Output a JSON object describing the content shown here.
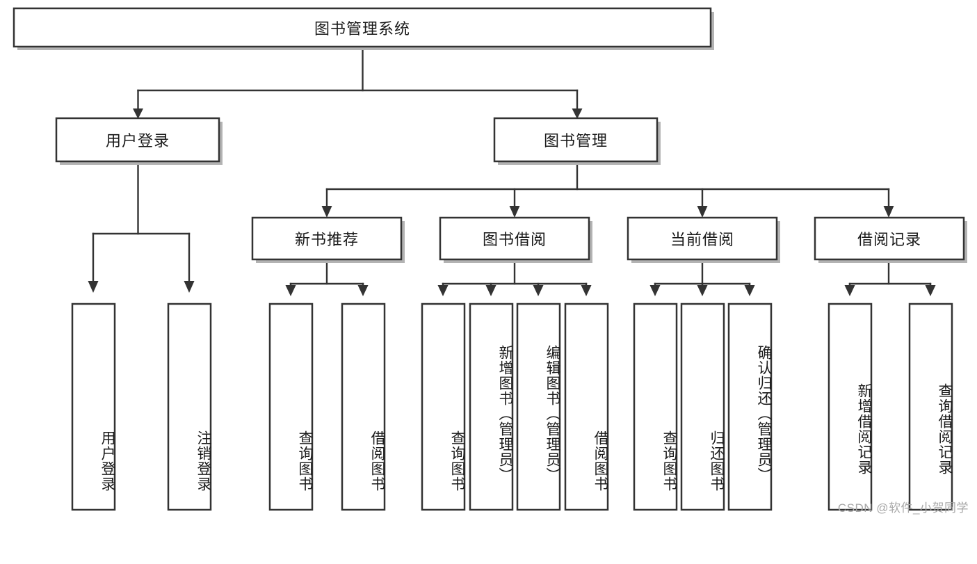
{
  "diagram": {
    "title": "图书管理系统",
    "type": "hierarchy-tree",
    "watermark": "CSDN @软件_小贺同学",
    "colors": {
      "box_fill": "#ffffff",
      "box_stroke": "#333333",
      "shadow": "#b3b3b3",
      "text": "#1a1a1a",
      "watermark": "#a8a8a8"
    },
    "root": {
      "label": "图书管理系统",
      "orientation": "horizontal"
    },
    "level2": [
      {
        "label": "用户登录",
        "orientation": "horizontal"
      },
      {
        "label": "图书管理",
        "orientation": "horizontal"
      }
    ],
    "level3": [
      {
        "label": "新书推荐",
        "orientation": "horizontal"
      },
      {
        "label": "图书借阅",
        "orientation": "horizontal"
      },
      {
        "label": "当前借阅",
        "orientation": "horizontal"
      },
      {
        "label": "借阅记录",
        "orientation": "horizontal"
      }
    ],
    "leaves": {
      "user_login": [
        {
          "label": "用户登录",
          "orientation": "vertical"
        },
        {
          "label": "注销登录",
          "orientation": "vertical"
        }
      ],
      "new_book_recommend": [
        {
          "label": "查询图书",
          "orientation": "vertical"
        },
        {
          "label": "借阅图书",
          "orientation": "vertical"
        }
      ],
      "book_borrow": [
        {
          "label": "查询图书",
          "orientation": "vertical"
        },
        {
          "label": "新增图书（管理员）",
          "orientation": "vertical"
        },
        {
          "label": "编辑图书（管理员）",
          "orientation": "vertical"
        },
        {
          "label": "借阅图书",
          "orientation": "vertical"
        }
      ],
      "current_borrow": [
        {
          "label": "查询图书",
          "orientation": "vertical"
        },
        {
          "label": "归还图书",
          "orientation": "vertical"
        },
        {
          "label": "确认归还（管理员）",
          "orientation": "vertical"
        }
      ],
      "borrow_record": [
        {
          "label": "新增借阅记录",
          "orientation": "vertical"
        },
        {
          "label": "查询借阅记录",
          "orientation": "vertical"
        }
      ]
    }
  }
}
